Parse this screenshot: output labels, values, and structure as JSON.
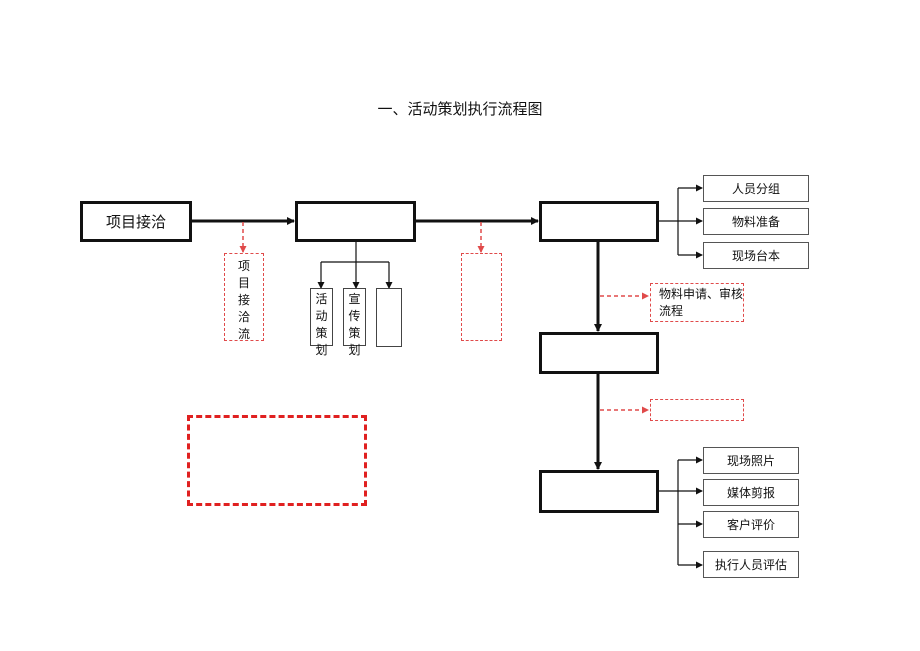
{
  "title": "一、活动策划执行流程图",
  "nodes": {
    "start": "项目接洽",
    "start_note": [
      "项",
      "目",
      "接",
      "洽",
      "流"
    ],
    "plan_activity": [
      "活",
      "动",
      "策",
      "划"
    ],
    "plan_promo": [
      "宣",
      "传",
      "策",
      "划"
    ],
    "prep_items": [
      "人员分组",
      "物料准备",
      "现场台本"
    ],
    "material_note_line1": "物料申请、审核",
    "material_note_line2": "流程",
    "result_items": [
      "现场照片",
      "媒体剪报",
      "客户评价",
      "执行人员评估"
    ]
  },
  "colors": {
    "arrow": "#111111",
    "dashed_note": "#e04a4a"
  }
}
